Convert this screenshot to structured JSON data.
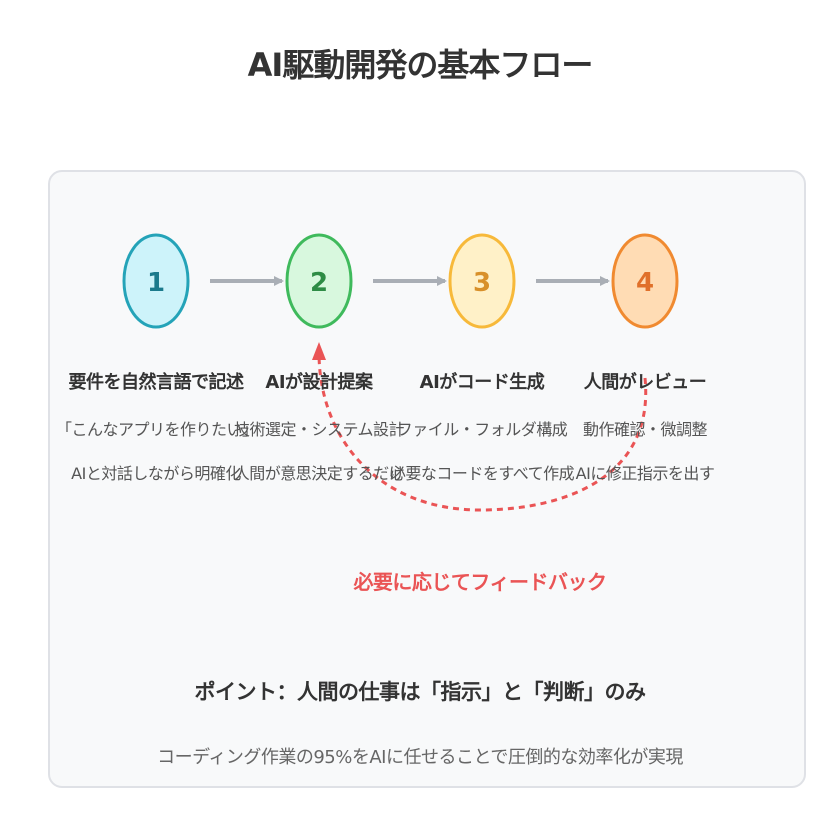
{
  "title": "AI駆動開発の基本フロー",
  "steps": [
    {
      "number": "1",
      "label": "要件を自然言語で記述",
      "desc1": "「こんなアプリを作りたい」",
      "desc2": "AIと対話しながら明確化",
      "fill": "#cdf3fa",
      "stroke": "#24a3b8",
      "text_color": "#1b7a8c"
    },
    {
      "number": "2",
      "label": "AIが設計提案",
      "desc1": "技術選定・システム設計",
      "desc2": "人間が意思決定するだけ",
      "fill": "#d8f8de",
      "stroke": "#3fba5c",
      "text_color": "#2e8c45"
    },
    {
      "number": "3",
      "label": "AIがコード生成",
      "desc1": "ファイル・フォルダ構成",
      "desc2": "必要なコードをすべて作成",
      "fill": "#fff1c8",
      "stroke": "#f7b93a",
      "text_color": "#d8902a"
    },
    {
      "number": "4",
      "label": "人間がレビュー",
      "desc1": "動作確認・微調整",
      "desc2": "AIに修正指示を出す",
      "fill": "#ffdcb4",
      "stroke": "#f08a30",
      "text_color": "#e0702a"
    }
  ],
  "feedback_label": "必要に応じてフィードバック",
  "point": "ポイント：人間の仕事は「指示」と「判断」のみ",
  "summary": "コーディング作業の95%をAIに任せることで圧倒的な効率化が実現",
  "colors": {
    "arrow": "#a9aeb5",
    "feedback": "#ea5455",
    "panel_border": "#dfe1e6",
    "panel_bg": "#f8f9fa"
  }
}
